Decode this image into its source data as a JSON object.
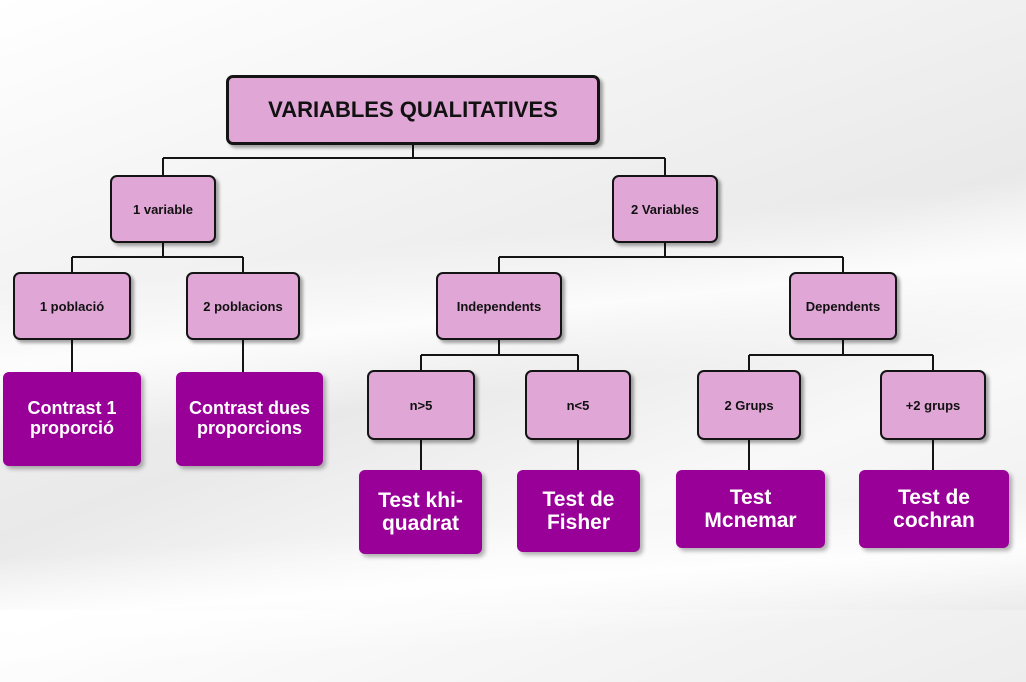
{
  "diagram": {
    "root": "VARIABLES QUALITATIVES",
    "level1": {
      "one_variable": "1 variable",
      "two_variables": "2 Variables"
    },
    "level2": {
      "one_population": "1 població",
      "two_populations": "2 poblacions",
      "independents": "Independents",
      "dependents": "Dependents"
    },
    "level3": {
      "n_gt_5": "n>5",
      "n_lt_5": "n<5",
      "two_groups": "2 Grups",
      "plus_two_groups": "+2 grups"
    },
    "tests": {
      "contrast_1_proportion": "Contrast 1 proporció",
      "contrast_two_proportions": "Contrast dues proporcions",
      "chi_square": "Test khi-quadrat",
      "fisher": "Test de Fisher",
      "mcnemar": "Test Mcnemar",
      "cochran": "Test de cochran"
    },
    "colors": {
      "node_fill": "#dfa6d6",
      "leaf_fill": "#980098",
      "border": "#141414"
    }
  }
}
